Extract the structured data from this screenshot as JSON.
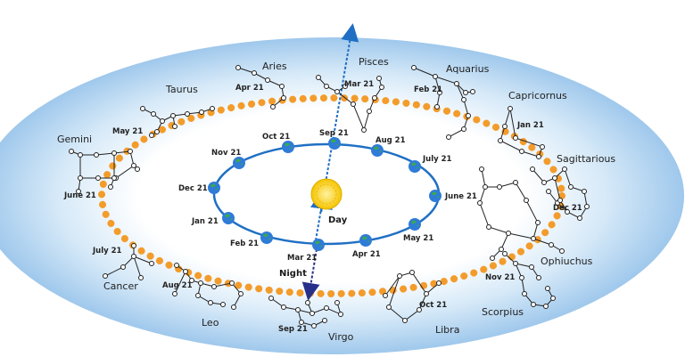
{
  "colors": {
    "halo": "#9fc8ec",
    "orbit": "#1f6fc4",
    "zodiac_dots": "#f39c2b",
    "axis_arrow": "#1f6fc4",
    "night_arrow": "#26308a",
    "sun": "#ffd43b"
  },
  "labels": {
    "day": "Day",
    "night": "Night"
  },
  "constellations": [
    {
      "name": "Aries",
      "date": "Apr 21"
    },
    {
      "name": "Pisces",
      "date": "Mar 21"
    },
    {
      "name": "Aquarius",
      "date": "Feb 21"
    },
    {
      "name": "Capricornus",
      "date": "Jan 21"
    },
    {
      "name": "Sagittarious",
      "date": "Dec 21"
    },
    {
      "name": "Ophiuchus",
      "date": ""
    },
    {
      "name": "Scorpius",
      "date": "Nov 21"
    },
    {
      "name": "Libra",
      "date": "Oct 21"
    },
    {
      "name": "Virgo",
      "date": "Sep 21"
    },
    {
      "name": "Leo",
      "date": "Aug 21"
    },
    {
      "name": "Cancer",
      "date": "July 21"
    },
    {
      "name": "Gemini",
      "date": "June 21"
    },
    {
      "name": "Taurus",
      "date": "May 21"
    }
  ],
  "earth_positions": [
    "Sep 21",
    "Oct 21",
    "Nov 21",
    "Dec 21",
    "Jan 21",
    "Feb 21",
    "Mar 21",
    "Apr 21",
    "May 21",
    "June 21",
    "July 21",
    "Aug 21"
  ]
}
